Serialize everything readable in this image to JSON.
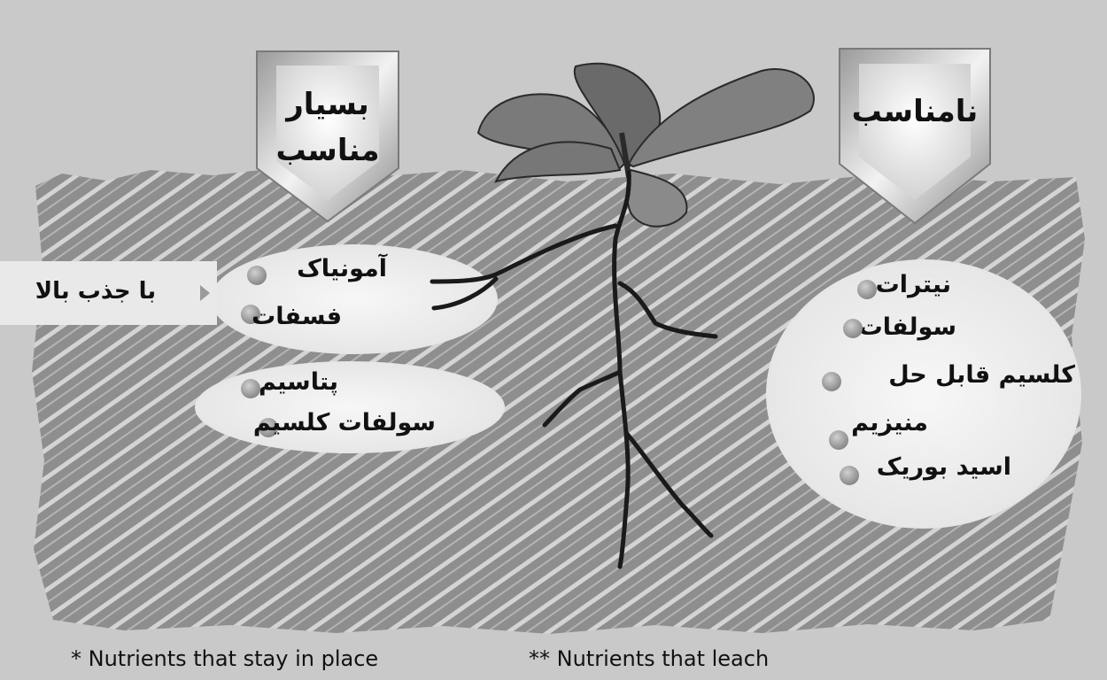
{
  "labels": {
    "highly_suitable": "بسیار مناسب",
    "unsuitable": "نامناسب",
    "high_uptake": "با جذب بالا"
  },
  "groups": {
    "good_high_uptake": [
      "آمونیاک",
      "فسفات"
    ],
    "good_other": [
      "پتاسیم",
      "سولفات کلسیم"
    ],
    "unsuitable": [
      "نیترات",
      "سولفات",
      "کلسیم قابل حل",
      "منیزیم",
      "اسید بوریک"
    ]
  },
  "footnotes": {
    "left": "* Nutrients that stay in place",
    "right": "** Nutrients that leach"
  },
  "colors": {
    "background": "#c9c9c9",
    "soil": "#8c8c8c",
    "soil_hatch": "#d6d6d6",
    "ellipse": "#ececec",
    "root": "#1a1a1a"
  }
}
